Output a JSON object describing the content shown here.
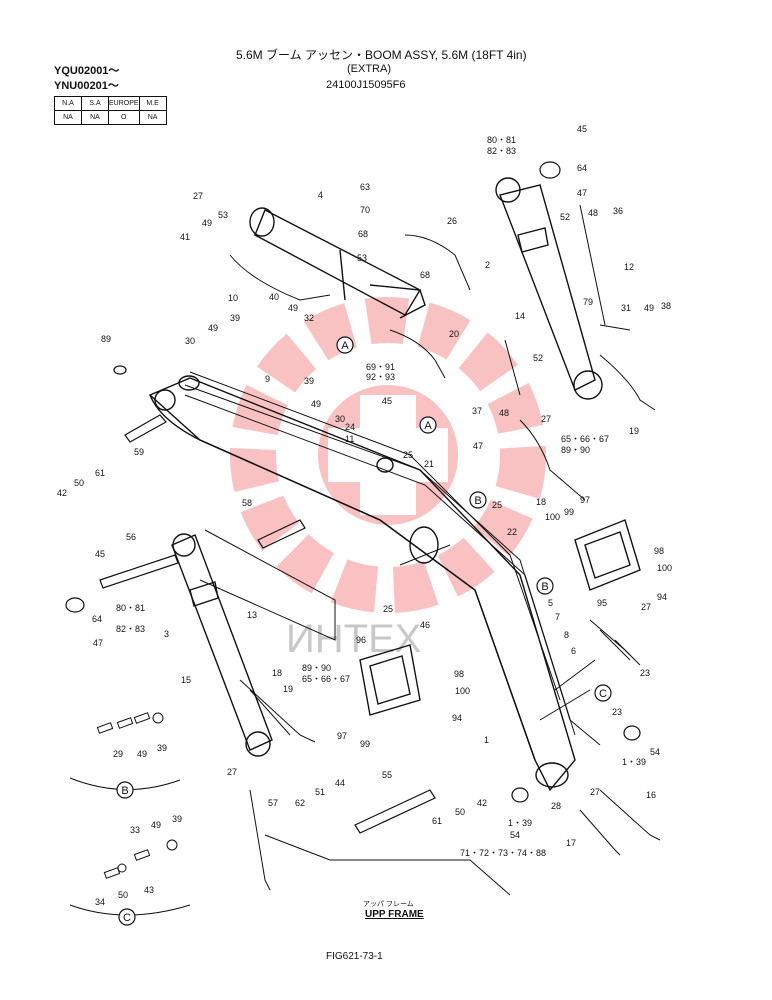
{
  "header": {
    "serial_1": "YQU02001～",
    "serial_2": "YNU00201～",
    "title": "5.6M ブーム アッセン・BOOM ASSY, 5.6M (18FT 4in)",
    "subtitle": "(EXTRA)",
    "part_number": "24100J15095F6"
  },
  "table": {
    "headers": [
      "N.A",
      "S.A",
      "EUROPE",
      "M.E"
    ],
    "values": [
      "NA",
      "NA",
      "O",
      "NA"
    ]
  },
  "watermark": "ИНТЕХ",
  "footer": {
    "frame_jp": "アッパ フレーム",
    "frame_en": "UPP FRAME",
    "fig": "FIG621-73-1"
  },
  "callouts": [
    {
      "id": "c45a",
      "text": "45"
    },
    {
      "id": "c8081a",
      "text": "80・81"
    },
    {
      "id": "c8283a",
      "text": "82・83"
    },
    {
      "id": "c64a",
      "text": "64"
    },
    {
      "id": "c47a",
      "text": "47"
    },
    {
      "id": "c52a",
      "text": "52"
    },
    {
      "id": "c48a",
      "text": "48"
    },
    {
      "id": "c36",
      "text": "36"
    },
    {
      "id": "c2",
      "text": "2"
    },
    {
      "id": "c12",
      "text": "12"
    },
    {
      "id": "c79",
      "text": "79"
    },
    {
      "id": "c31",
      "text": "31"
    },
    {
      "id": "c49a",
      "text": "49"
    },
    {
      "id": "c38",
      "text": "38"
    },
    {
      "id": "c27a",
      "text": "27"
    },
    {
      "id": "c4",
      "text": "4"
    },
    {
      "id": "c63",
      "text": "63"
    },
    {
      "id": "c70",
      "text": "70"
    },
    {
      "id": "c68a",
      "text": "68"
    },
    {
      "id": "c26",
      "text": "26"
    },
    {
      "id": "c53a",
      "text": "53"
    },
    {
      "id": "c53b",
      "text": "53"
    },
    {
      "id": "c68b",
      "text": "68"
    },
    {
      "id": "c41",
      "text": "41"
    },
    {
      "id": "c49b",
      "text": "49"
    },
    {
      "id": "c10",
      "text": "10"
    },
    {
      "id": "c40",
      "text": "40"
    },
    {
      "id": "c49c",
      "text": "49"
    },
    {
      "id": "c32",
      "text": "32"
    },
    {
      "id": "c20",
      "text": "20"
    },
    {
      "id": "c6991",
      "text": "69・91"
    },
    {
      "id": "c9293",
      "text": "92・93"
    },
    {
      "id": "c14",
      "text": "14"
    },
    {
      "id": "c52b",
      "text": "52"
    },
    {
      "id": "c37",
      "text": "37"
    },
    {
      "id": "c48b",
      "text": "48"
    },
    {
      "id": "c27b",
      "text": "27"
    },
    {
      "id": "c656667a",
      "text": "65・66・67"
    },
    {
      "id": "c8990a",
      "text": "89・90"
    },
    {
      "id": "c19a",
      "text": "19"
    },
    {
      "id": "c49d",
      "text": "49"
    },
    {
      "id": "c39a",
      "text": "39"
    },
    {
      "id": "c30a",
      "text": "30"
    },
    {
      "id": "c89",
      "text": "89"
    },
    {
      "id": "c9",
      "text": "9"
    },
    {
      "id": "c39b",
      "text": "39"
    },
    {
      "id": "c49e",
      "text": "49"
    },
    {
      "id": "c30b",
      "text": "30"
    },
    {
      "id": "c24",
      "text": "24"
    },
    {
      "id": "c11",
      "text": "11"
    },
    {
      "id": "c45b",
      "text": "45"
    },
    {
      "id": "c25a",
      "text": "25"
    },
    {
      "id": "c21",
      "text": "21"
    },
    {
      "id": "c47b",
      "text": "47"
    },
    {
      "id": "c59",
      "text": "59"
    },
    {
      "id": "c61a",
      "text": "61"
    },
    {
      "id": "c42a",
      "text": "42"
    },
    {
      "id": "c50a",
      "text": "50"
    },
    {
      "id": "c58",
      "text": "58"
    },
    {
      "id": "c18a",
      "text": "18"
    },
    {
      "id": "c97a",
      "text": "97"
    },
    {
      "id": "c22",
      "text": "22"
    },
    {
      "id": "c25b",
      "text": "25"
    },
    {
      "id": "c99a",
      "text": "99"
    },
    {
      "id": "c100a",
      "text": "100"
    },
    {
      "id": "c98a",
      "text": "98"
    },
    {
      "id": "c100b",
      "text": "100"
    },
    {
      "id": "c95",
      "text": "95"
    },
    {
      "id": "c94a",
      "text": "94"
    },
    {
      "id": "c56",
      "text": "56"
    },
    {
      "id": "c45c",
      "text": "45"
    },
    {
      "id": "c64b",
      "text": "64"
    },
    {
      "id": "c8081b",
      "text": "80・81"
    },
    {
      "id": "c8283b",
      "text": "82・83"
    },
    {
      "id": "c47c",
      "text": "47"
    },
    {
      "id": "c3",
      "text": "3"
    },
    {
      "id": "c13",
      "text": "13"
    },
    {
      "id": "c5",
      "text": "5"
    },
    {
      "id": "c7",
      "text": "7"
    },
    {
      "id": "c8",
      "text": "8"
    },
    {
      "id": "c6",
      "text": "6"
    },
    {
      "id": "c27c",
      "text": "27"
    },
    {
      "id": "c23a",
      "text": "23"
    },
    {
      "id": "c25c",
      "text": "25"
    },
    {
      "id": "c46",
      "text": "46"
    },
    {
      "id": "c96",
      "text": "96"
    },
    {
      "id": "c8990b",
      "text": "89・90"
    },
    {
      "id": "c656667b",
      "text": "65・66・67"
    },
    {
      "id": "c18b",
      "text": "18"
    },
    {
      "id": "c15",
      "text": "15"
    },
    {
      "id": "c19b",
      "text": "19"
    },
    {
      "id": "c98b",
      "text": "98"
    },
    {
      "id": "c100c",
      "text": "100"
    },
    {
      "id": "c94b",
      "text": "94"
    },
    {
      "id": "c97b",
      "text": "97"
    },
    {
      "id": "c99b",
      "text": "99"
    },
    {
      "id": "c23b",
      "text": "23"
    },
    {
      "id": "c1",
      "text": "1"
    },
    {
      "id": "c54a",
      "text": "54"
    },
    {
      "id": "c139a",
      "text": "1・39"
    },
    {
      "id": "c29",
      "text": "29"
    },
    {
      "id": "c49f",
      "text": "49"
    },
    {
      "id": "c39c",
      "text": "39"
    },
    {
      "id": "c27d",
      "text": "27"
    },
    {
      "id": "c44",
      "text": "44"
    },
    {
      "id": "c55",
      "text": "55"
    },
    {
      "id": "c28",
      "text": "28"
    },
    {
      "id": "c27e",
      "text": "27"
    },
    {
      "id": "c16",
      "text": "16"
    },
    {
      "id": "c57",
      "text": "57"
    },
    {
      "id": "c62",
      "text": "62"
    },
    {
      "id": "c51",
      "text": "51"
    },
    {
      "id": "c61b",
      "text": "61"
    },
    {
      "id": "c50b",
      "text": "50"
    },
    {
      "id": "c42b",
      "text": "42"
    },
    {
      "id": "c54b",
      "text": "54"
    },
    {
      "id": "c139b",
      "text": "1・39"
    },
    {
      "id": "c7172",
      "text": "71・72・73・74・88"
    },
    {
      "id": "c17",
      "text": "17"
    },
    {
      "id": "c33",
      "text": "33"
    },
    {
      "id": "c49g",
      "text": "49"
    },
    {
      "id": "c39d",
      "text": "39"
    },
    {
      "id": "c34",
      "text": "34"
    },
    {
      "id": "c50c",
      "text": "50"
    },
    {
      "id": "c43",
      "text": "43"
    }
  ],
  "markers": [
    {
      "id": "mA1",
      "text": "A"
    },
    {
      "id": "mA2",
      "text": "A"
    },
    {
      "id": "mB1",
      "text": "B"
    },
    {
      "id": "mB2",
      "text": "B"
    },
    {
      "id": "mC1",
      "text": "C"
    },
    {
      "id": "mB3",
      "text": "B"
    },
    {
      "id": "mC2",
      "text": "C"
    }
  ]
}
